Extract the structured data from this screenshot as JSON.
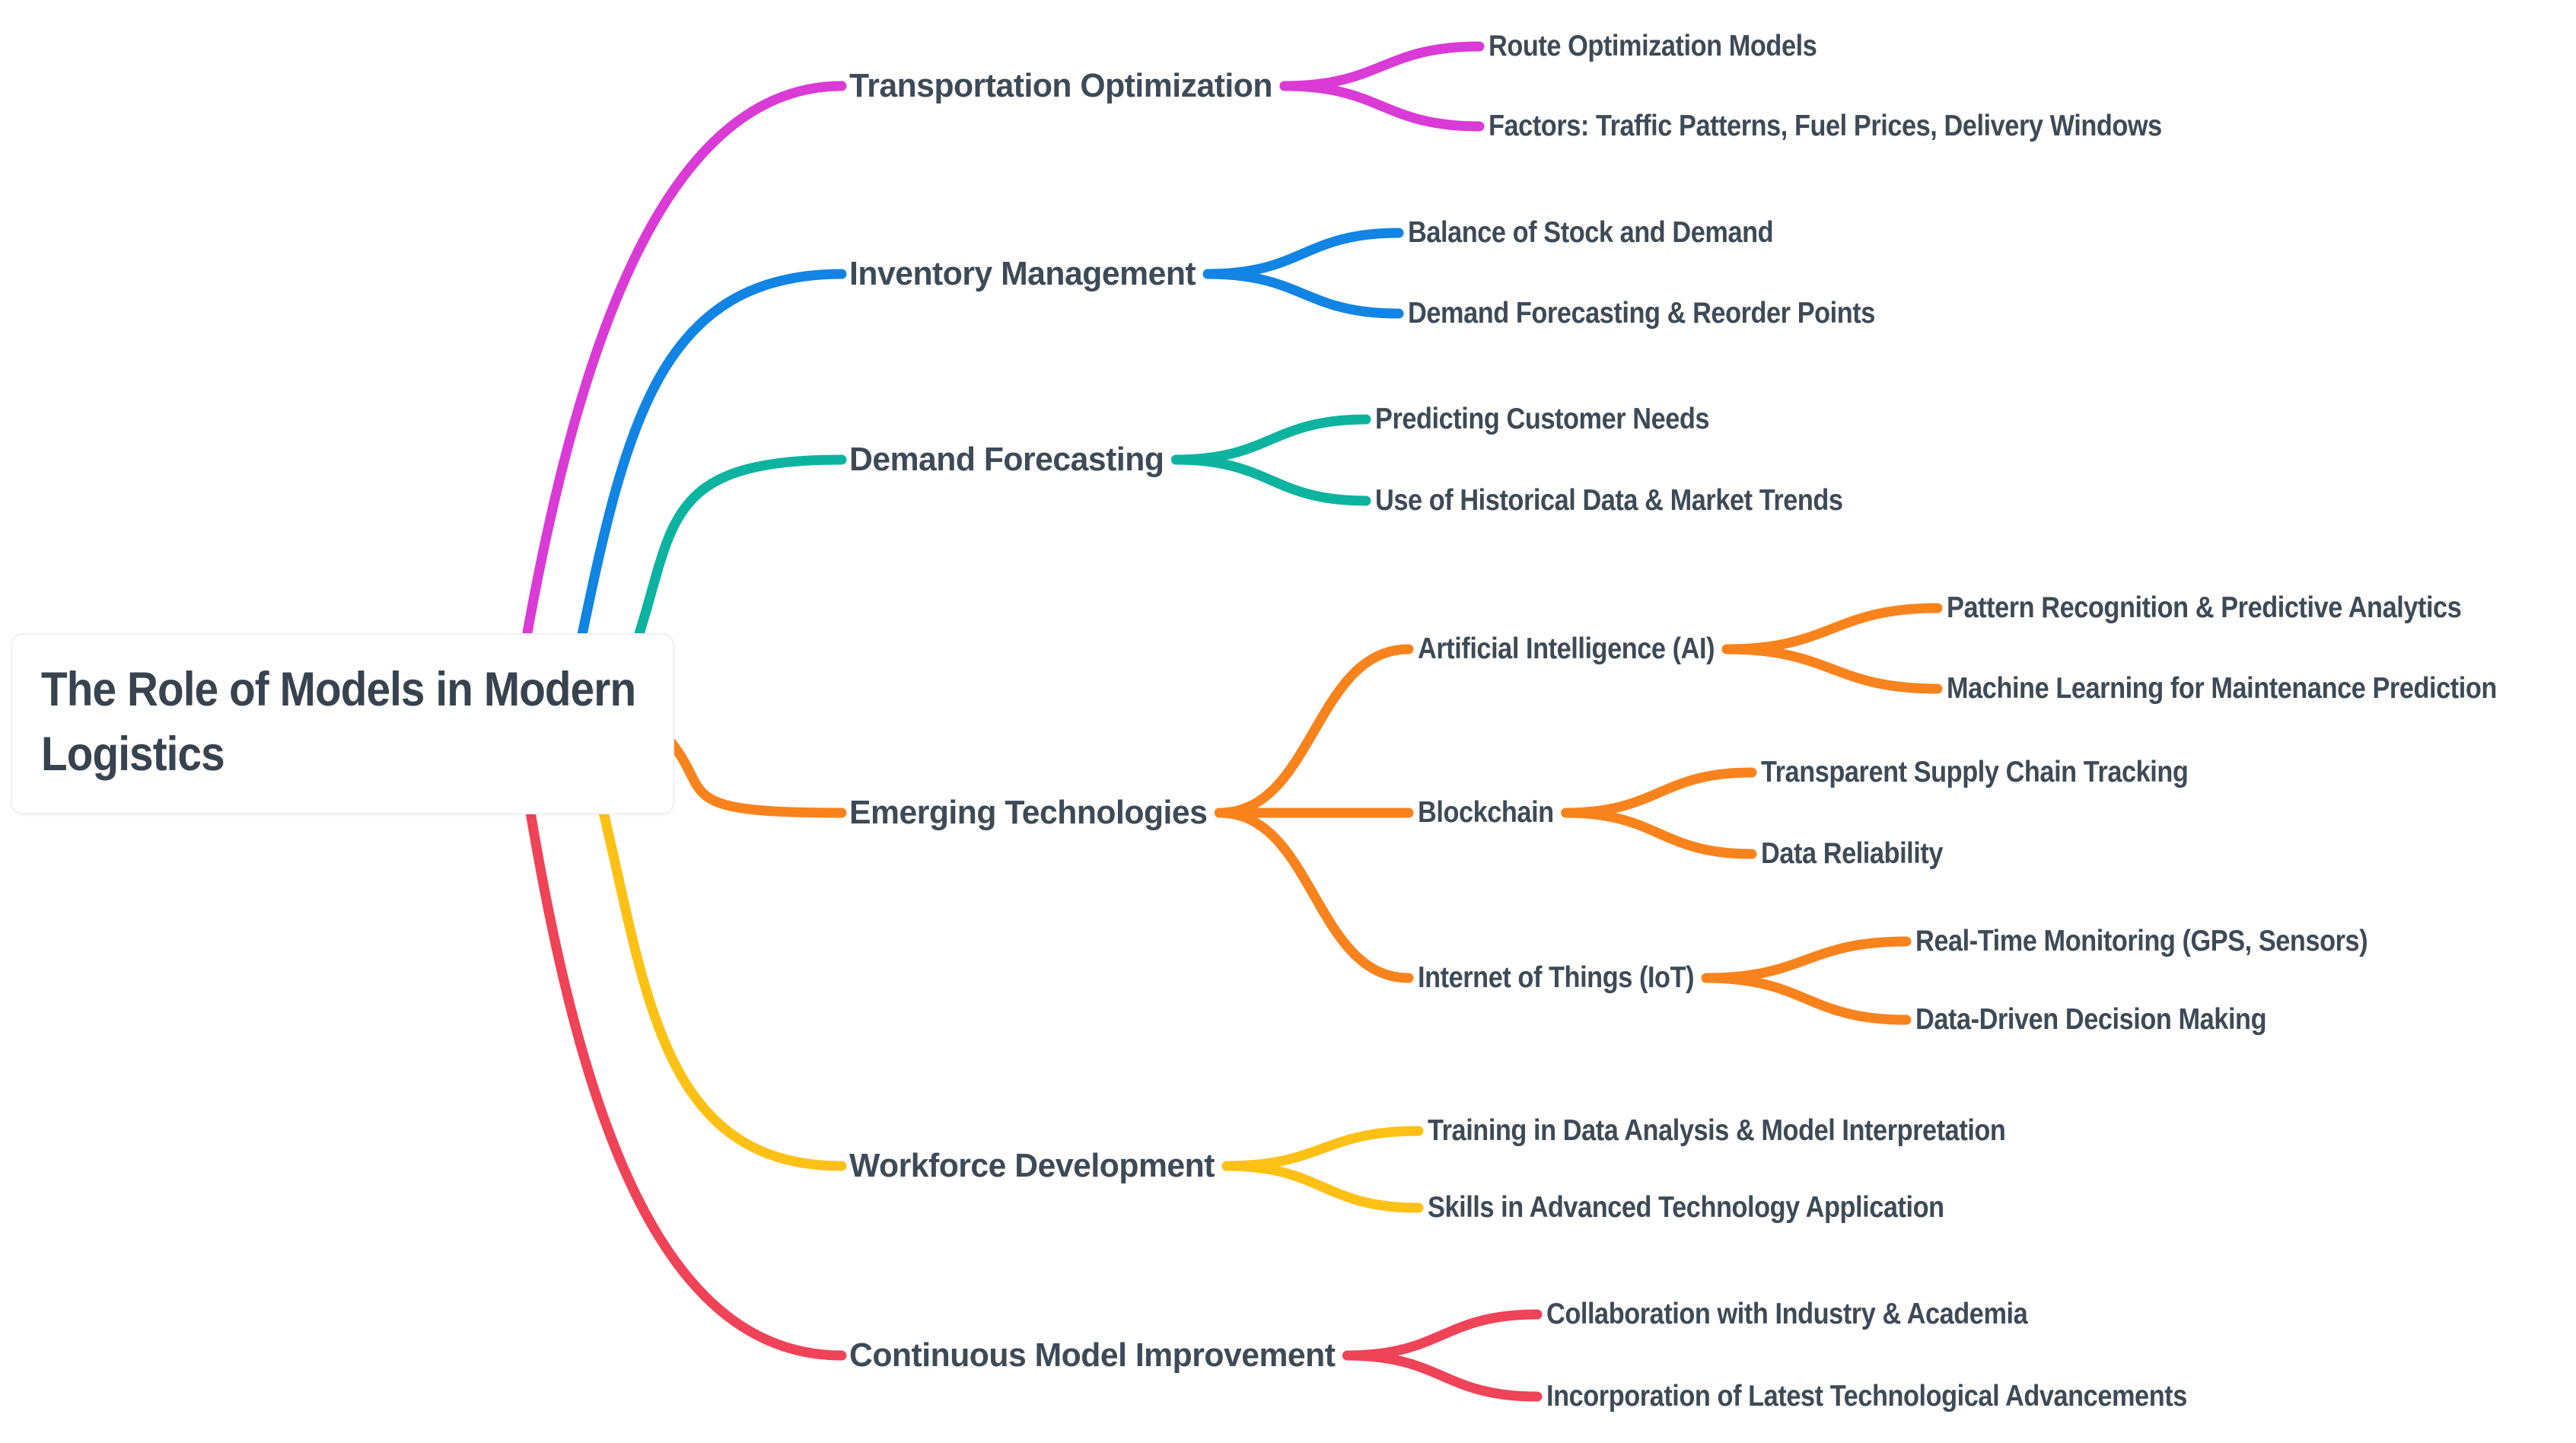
{
  "colors": {
    "background": "#ffffff",
    "text": "#3d4a57",
    "card_border": "#f1f1f1"
  },
  "mindmap": {
    "root": {
      "title_lines": [
        "The Role of Models in Modern",
        "Logistics"
      ]
    },
    "branches": [
      {
        "label": "Transportation Optimization",
        "color": "#da3ad6",
        "children": [
          {
            "label": "Route Optimization Models"
          },
          {
            "label": "Factors: Traffic Patterns, Fuel Prices, Delivery Windows"
          }
        ]
      },
      {
        "label": "Inventory Management",
        "color": "#1184e4",
        "children": [
          {
            "label": "Balance of Stock and Demand"
          },
          {
            "label": "Demand Forecasting & Reorder Points"
          }
        ]
      },
      {
        "label": "Demand Forecasting",
        "color": "#0cb4a0",
        "children": [
          {
            "label": "Predicting Customer Needs"
          },
          {
            "label": "Use of Historical Data & Market Trends"
          }
        ]
      },
      {
        "label": "Emerging Technologies",
        "color": "#f8831d",
        "children": [
          {
            "label": "Artificial Intelligence (AI)",
            "children": [
              {
                "label": "Pattern Recognition & Predictive Analytics"
              },
              {
                "label": "Machine Learning for Maintenance Prediction"
              }
            ]
          },
          {
            "label": "Blockchain",
            "children": [
              {
                "label": "Transparent Supply Chain Tracking"
              },
              {
                "label": "Data Reliability"
              }
            ]
          },
          {
            "label": "Internet of Things (IoT)",
            "children": [
              {
                "label": "Real-Time Monitoring (GPS, Sensors)"
              },
              {
                "label": "Data-Driven Decision Making"
              }
            ]
          }
        ]
      },
      {
        "label": "Workforce Development",
        "color": "#fdc115",
        "children": [
          {
            "label": "Training in Data Analysis & Model Interpretation"
          },
          {
            "label": "Skills in Advanced Technology Application"
          }
        ]
      },
      {
        "label": "Continuous Model Improvement",
        "color": "#ef4358",
        "children": [
          {
            "label": "Collaboration with Industry & Academia"
          },
          {
            "label": "Incorporation of Latest Technological Advancements"
          }
        ]
      }
    ]
  }
}
